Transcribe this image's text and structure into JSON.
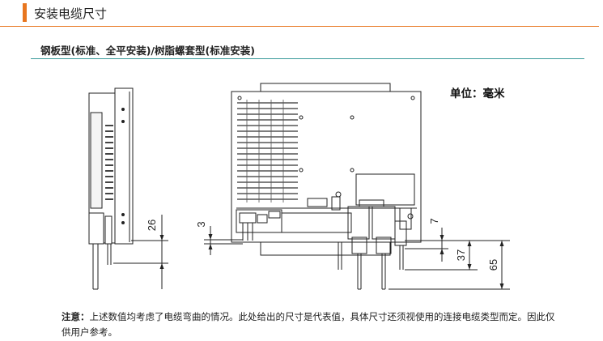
{
  "header": {
    "title": "安装电缆尺寸",
    "accent_color": "#e8761f"
  },
  "subtitle": "钢板型(标准、全平安装)/树脂螺套型(标准安装)",
  "unit_label": "单位：毫米",
  "drawing": {
    "side_dimension": "26",
    "front_dimensions": {
      "left_offset": "3",
      "right_offset": "7",
      "mid_length": "37",
      "total_length": "65"
    }
  },
  "note": {
    "label": "注意：",
    "text": "上述数值均考虑了电缆弯曲的情况。此处给出的尺寸是代表值，具体尺寸还须视使用的连接电缆类型而定。因此仅供用户参考。"
  }
}
